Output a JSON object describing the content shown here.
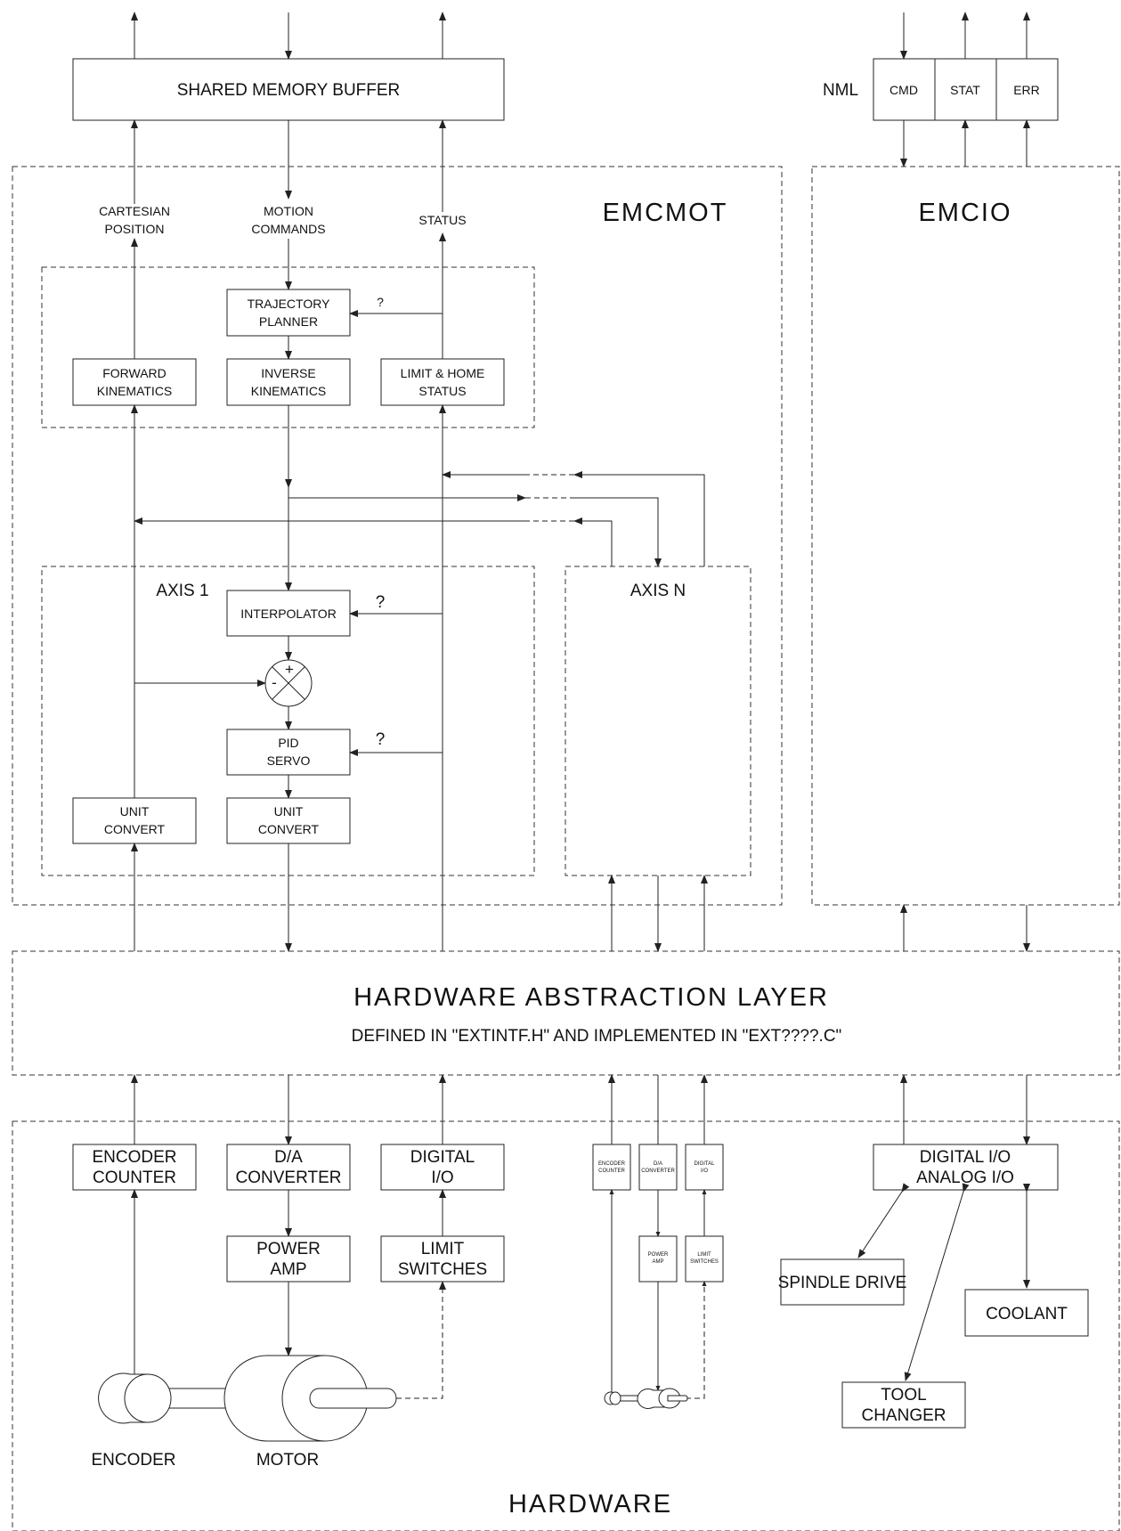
{
  "shared_memory": {
    "label": "SHARED MEMORY BUFFER"
  },
  "nml": {
    "label": "NML",
    "cmd": "CMD",
    "stat": "STAT",
    "err": "ERR"
  },
  "emcmot": {
    "title": "EMCMOT",
    "cartesian_position": [
      "CARTESIAN",
      "POSITION"
    ],
    "motion_commands": [
      "MOTION",
      "COMMANDS"
    ],
    "status": "STATUS",
    "trajectory_planner": [
      "TRAJECTORY",
      "PLANNER"
    ],
    "forward_kinematics": [
      "FORWARD",
      "KINEMATICS"
    ],
    "inverse_kinematics": [
      "INVERSE",
      "KINEMATICS"
    ],
    "limit_home_status": [
      "LIMIT & HOME",
      "STATUS"
    ],
    "question": "?"
  },
  "axis1": {
    "title": "AXIS 1",
    "interpolator": "INTERPOLATOR",
    "summing_plus": "+",
    "summing_minus": "-",
    "pid_servo": [
      "PID",
      "SERVO"
    ],
    "unit_convert_left": [
      "UNIT",
      "CONVERT"
    ],
    "unit_convert_right": [
      "UNIT",
      "CONVERT"
    ]
  },
  "axisn": {
    "title": "AXIS N"
  },
  "emcio": {
    "title": "EMCIO"
  },
  "hal": {
    "title": "HARDWARE ABSTRACTION LAYER",
    "subtitle": "DEFINED IN \"EXTINTF.H\" AND IMPLEMENTED IN \"EXT????.C\""
  },
  "hardware": {
    "title": "HARDWARE",
    "encoder_counter": [
      "ENCODER",
      "COUNTER"
    ],
    "da_converter": [
      "D/A",
      "CONVERTER"
    ],
    "digital_io": [
      "DIGITAL",
      "I/O"
    ],
    "power_amp": [
      "POWER",
      "AMP"
    ],
    "limit_switches": [
      "LIMIT",
      "SWITCHES"
    ],
    "encoder": "ENCODER",
    "motor": "MOTOR",
    "small_encoder_counter": [
      "ENCODER",
      "COUNTER"
    ],
    "small_da_converter": [
      "D/A",
      "CONVERTER"
    ],
    "small_digital_io": [
      "DIGITAL",
      "I/O"
    ],
    "small_power_amp": [
      "POWER",
      "AMP"
    ],
    "small_limit_switches": [
      "LIMIT",
      "SWITCHES"
    ],
    "digital_analog_io": [
      "DIGITAL I/O",
      "ANALOG I/O"
    ],
    "spindle_drive": "SPINDLE DRIVE",
    "coolant": "COOLANT",
    "tool_changer": [
      "TOOL",
      "CHANGER"
    ]
  }
}
